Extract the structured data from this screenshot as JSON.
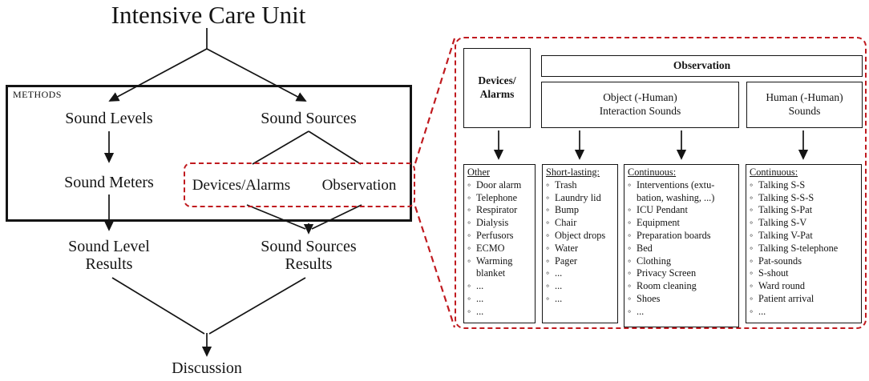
{
  "title": "Intensive Care Unit",
  "flowchart": {
    "methods_label": "METHODS",
    "sound_levels": "Sound Levels",
    "sound_sources": "Sound Sources",
    "sound_meters": "Sound Meters",
    "devices_alarms": "Devices/Alarms",
    "observation": "Observation",
    "sound_level_results": "Sound Level\nResults",
    "sound_sources_results": "Sound Sources\nResults",
    "discussion": "Discussion"
  },
  "panel": {
    "devices_alarms_header": "Devices/\nAlarms",
    "observation_header": "Observation",
    "object_interaction_header": "Object (-Human)\nInteraction Sounds",
    "human_sounds_header": "Human (-Human)\nSounds",
    "bullet": "◦",
    "lists": [
      {
        "heading": "Other",
        "items": [
          "Door alarm",
          "Telephone",
          "Respirator",
          "Dialysis",
          "Perfusors",
          "ECMO",
          "Warming blanket",
          "...",
          "...",
          "..."
        ]
      },
      {
        "heading": "Short-lasting:",
        "items": [
          "Trash",
          "Laundry lid",
          "Bump",
          "Chair",
          "Object drops",
          "Water",
          "Pager",
          "...",
          "...",
          "..."
        ]
      },
      {
        "heading": "Continuous:",
        "items": [
          "Interventions (extu-bation, washing, ...)",
          "ICU Pendant",
          "Equipment",
          "Preparation boards",
          "Bed",
          "Clothing",
          "Privacy Screen",
          "Room cleaning",
          "Shoes",
          "..."
        ]
      },
      {
        "heading": "Continuous:",
        "items": [
          "Talking S-S",
          "Talking S-S-S",
          "Talking S-Pat",
          "Talking S-V",
          "Talking V-Pat",
          "Talking S-telephone",
          "Pat-sounds",
          "S-shout",
          "Ward round",
          "Patient arrival",
          "..."
        ]
      }
    ]
  },
  "colors": {
    "highlight_red": "#c01a1f",
    "line_black": "#141414"
  }
}
